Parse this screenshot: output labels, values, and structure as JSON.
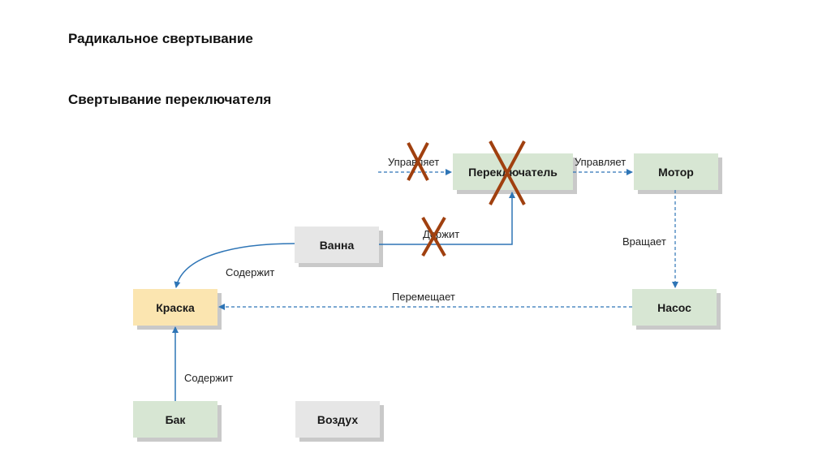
{
  "title": "Радикальное свертывание",
  "subtitle": "Свертывание переключателя",
  "colors": {
    "node_green": "#d7e6d3",
    "node_gray": "#e6e6e6",
    "node_yellow": "#fbe5b0",
    "arrow_blue": "#2e75b6",
    "cross_brown": "#a0400f",
    "shadow": "#c9c9c9"
  },
  "nodes": {
    "switch": "Переключатель",
    "motor": "Мотор",
    "bath": "Ванна",
    "paint": "Краска",
    "pump": "Насос",
    "tank": "Бак",
    "air": "Воздух"
  },
  "edges": {
    "controls_in": "Управляет",
    "controls_out": "Управляет",
    "holds": "Держит",
    "contains_bath": "Содержит",
    "moves": "Перемещает",
    "rotates": "Вращает",
    "contains_tank": "Содержит"
  }
}
